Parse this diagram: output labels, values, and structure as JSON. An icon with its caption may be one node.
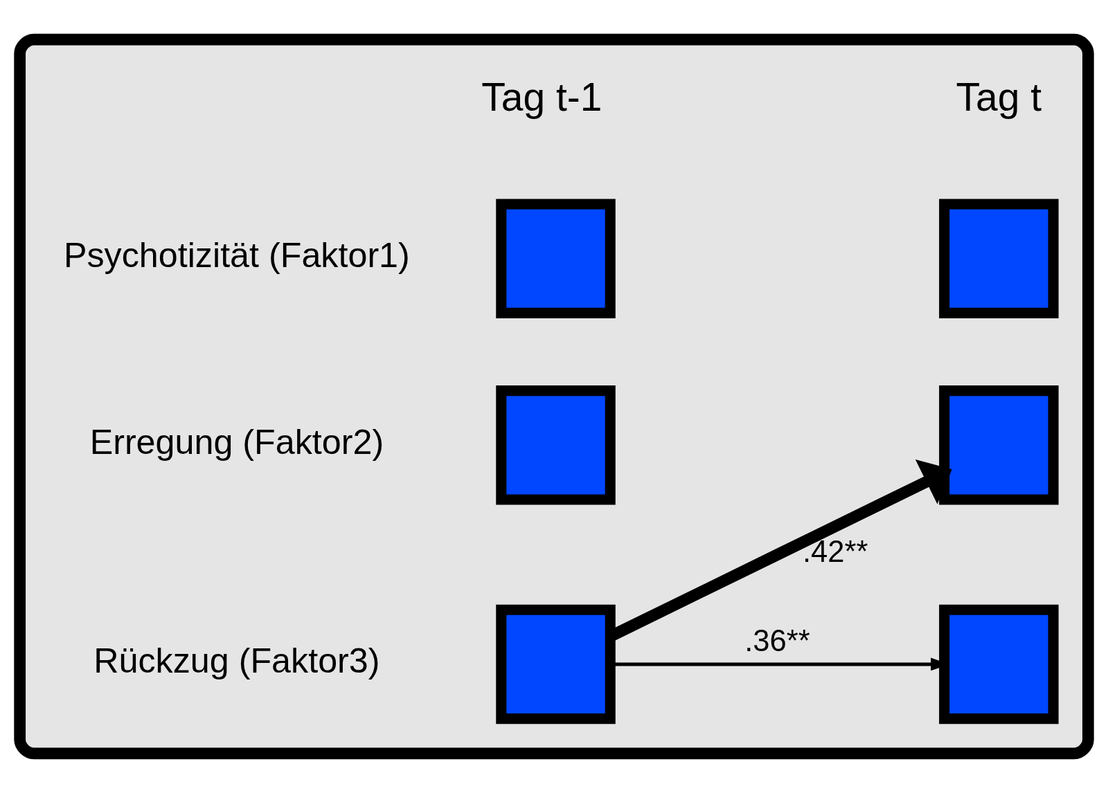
{
  "diagram": {
    "nodes": [
      {
        "text": [],
        "shape": "box"
      },
      {
        "text": [],
        "shape": "box",
        "in": 0,
        "beside": [
          "Psychotizität (Faktor1)"
        ]
      },
      {
        "text": [],
        "shape": "box",
        "in": 0
      },
      {
        "text": [],
        "shape": "box",
        "in": 0,
        "beside": [
          "Erregung (Faktor2)"
        ]
      },
      {
        "text": [],
        "shape": "box",
        "in": 0
      },
      {
        "text": [],
        "shape": "box",
        "in": 0,
        "beside": [
          "Rückzug (Faktor3)"
        ]
      },
      {
        "text": [],
        "shape": "box",
        "in": 0
      }
    ],
    "edges": [
      {
        "from": 5,
        "to": 4,
        "arrow": "to",
        "label": ".42**",
        "style": "thick"
      },
      {
        "from": 5,
        "to": 6,
        "arrow": "to",
        "label": ".36**"
      }
    ],
    "labels": [
      "Tag t-1",
      "Tag t"
    ]
  }
}
